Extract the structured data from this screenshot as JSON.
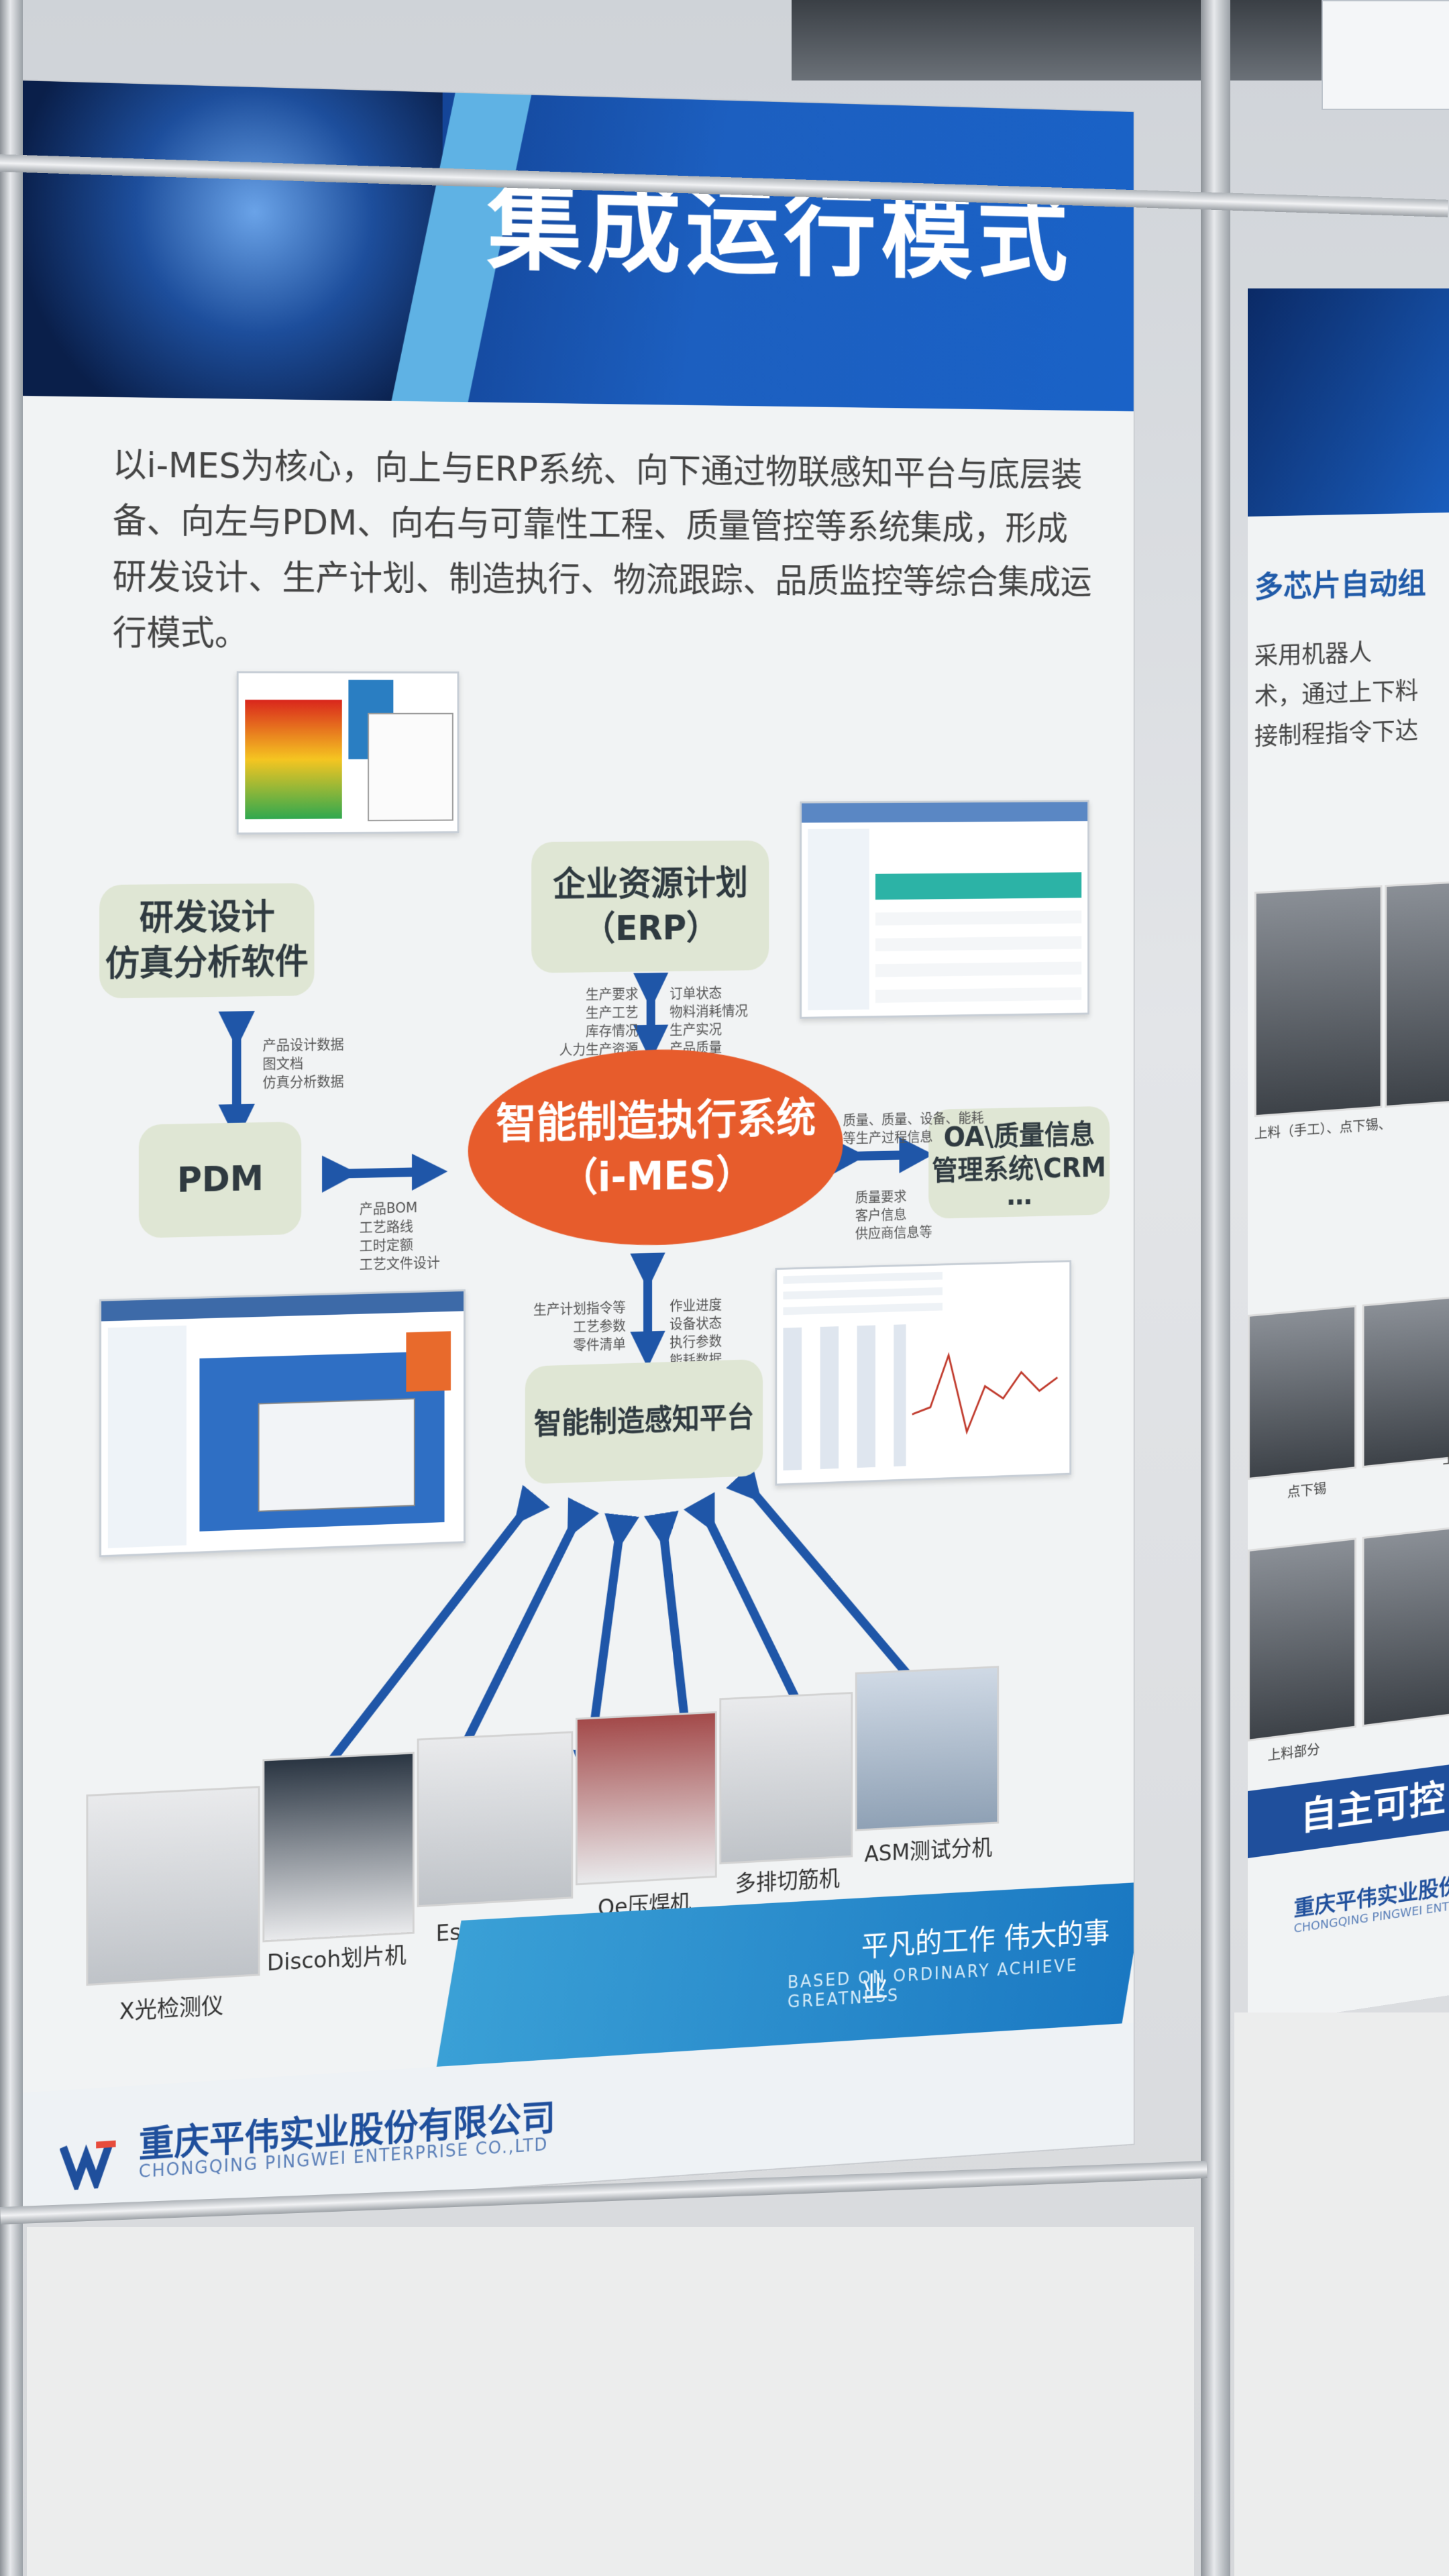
{
  "poster": {
    "title": "集成运行模式",
    "intro": "以i-MES为核心，向上与ERP系统、向下通过物联感知平台与底层装备、向左与PDM、向右与可靠性工程、质量管控等系统集成，形成研发设计、生产计划、制造执行、物流跟踪、品质监控等综合集成运行模式。",
    "core": {
      "line1": "智能制造执行系统",
      "line2": "（i-MES）"
    },
    "erp": {
      "line1": "企业资源计划",
      "line2": "（ERP）"
    },
    "rnd": {
      "line1": "研发设计",
      "line2": "仿真分析软件"
    },
    "pdm": "PDM",
    "oa": {
      "line1": "OA\\质量信息",
      "line2": "管理系统\\CRM",
      "line3": "…"
    },
    "iot": "智能制造感知平台",
    "notes": {
      "rnd_pdm": "产品设计数据\n图文档\n仿真分析数据",
      "erp_left": "生产要求\n生产工艺\n库存情况\n人力生产资源",
      "erp_right": "订单状态\n物料消耗情况\n生产实况\n产品质量",
      "pdm_core": "产品BOM\n工艺路线\n工时定额\n工艺文件设计",
      "oa_top": "质量、质量、设备、能耗\n等生产过程信息",
      "oa_bottom": "质量要求\n客户信息\n供应商信息等",
      "iot_left": "生产计划指令等\n工艺参数\n零件清单",
      "iot_right": "作业进度\n设备状态\n执行参数\n能耗数据\n质量检测数据"
    },
    "machines": [
      "X光检测仪",
      "Discoh划片机",
      "Esec上芯机",
      "Oe压焊机",
      "多排切筋机",
      "ASM测试分机"
    ],
    "footer": {
      "slogan": "平凡的工作  伟大的事业",
      "slogan_en": "BASED ON ORDINARY  ACHIEVE GREATNESS",
      "company": "重庆平伟实业股份有限公司",
      "company_en": "CHONGQING PINGWEI ENTERPRISE CO.,LTD"
    }
  },
  "poster2": {
    "heading": "多芯片自动组",
    "para": "采用机器人\n术，通过上下料\n接制程指令下达",
    "captions": [
      "上料（手工）、点下锡、",
      "点下锡",
      "上",
      "上料部分"
    ],
    "banner_text": "自主可控",
    "company": "重庆平伟实业股份有限公",
    "company_en": "CHONGQING PINGWEI ENTERPRISE C"
  },
  "colors": {
    "brand_blue": "#1f4f9c",
    "core_orange": "#e75c2c",
    "box_green": "#dfe6d4",
    "arrow_blue": "#1f56a8"
  }
}
